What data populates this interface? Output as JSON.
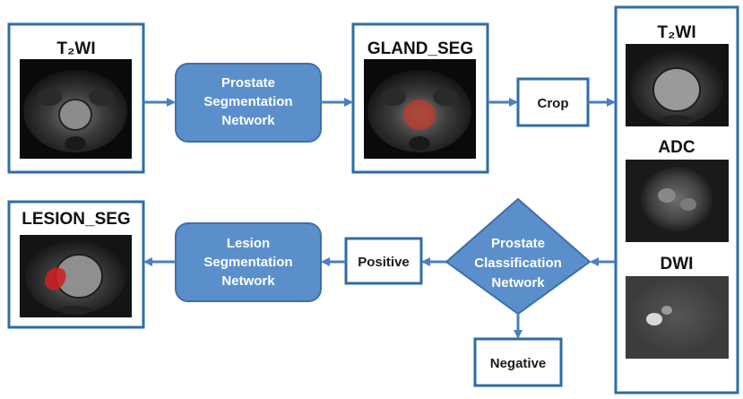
{
  "colors": {
    "frame_stroke": "#2e6da4",
    "network_fill": "#5b8fcb",
    "network_stroke": "#3f6fa8",
    "arrow": "#4a7fc0",
    "mask_red": "#c0392b",
    "text_dark": "#111111",
    "text_light": "#ffffff"
  },
  "panels": {
    "input": {
      "title": "T₂WI",
      "image_icon": "t2wi-mri-scan"
    },
    "gland": {
      "title": "GLAND_SEG",
      "image_icon": "gland-mri-with-red-mask"
    },
    "lesion": {
      "title": "LESION_SEG",
      "image_icon": "lesion-mri-with-red-mask"
    },
    "stack": {
      "items": [
        {
          "title": "T₂WI",
          "image_icon": "t2wi-cropped-scan"
        },
        {
          "title": "ADC",
          "image_icon": "adc-map-scan"
        },
        {
          "title": "DWI",
          "image_icon": "dwi-scan"
        }
      ]
    }
  },
  "nodes": {
    "prostate_seg_net": {
      "lines": [
        "Prostate",
        "Segmentation",
        "Network"
      ]
    },
    "crop": {
      "label": "Crop"
    },
    "classification_net": {
      "lines": [
        "Prostate",
        "Classification",
        "Network"
      ]
    },
    "positive": {
      "label": "Positive"
    },
    "negative": {
      "label": "Negative"
    },
    "lesion_seg_net": {
      "lines": [
        "Lesion",
        "Segmentation",
        "Network"
      ]
    }
  }
}
